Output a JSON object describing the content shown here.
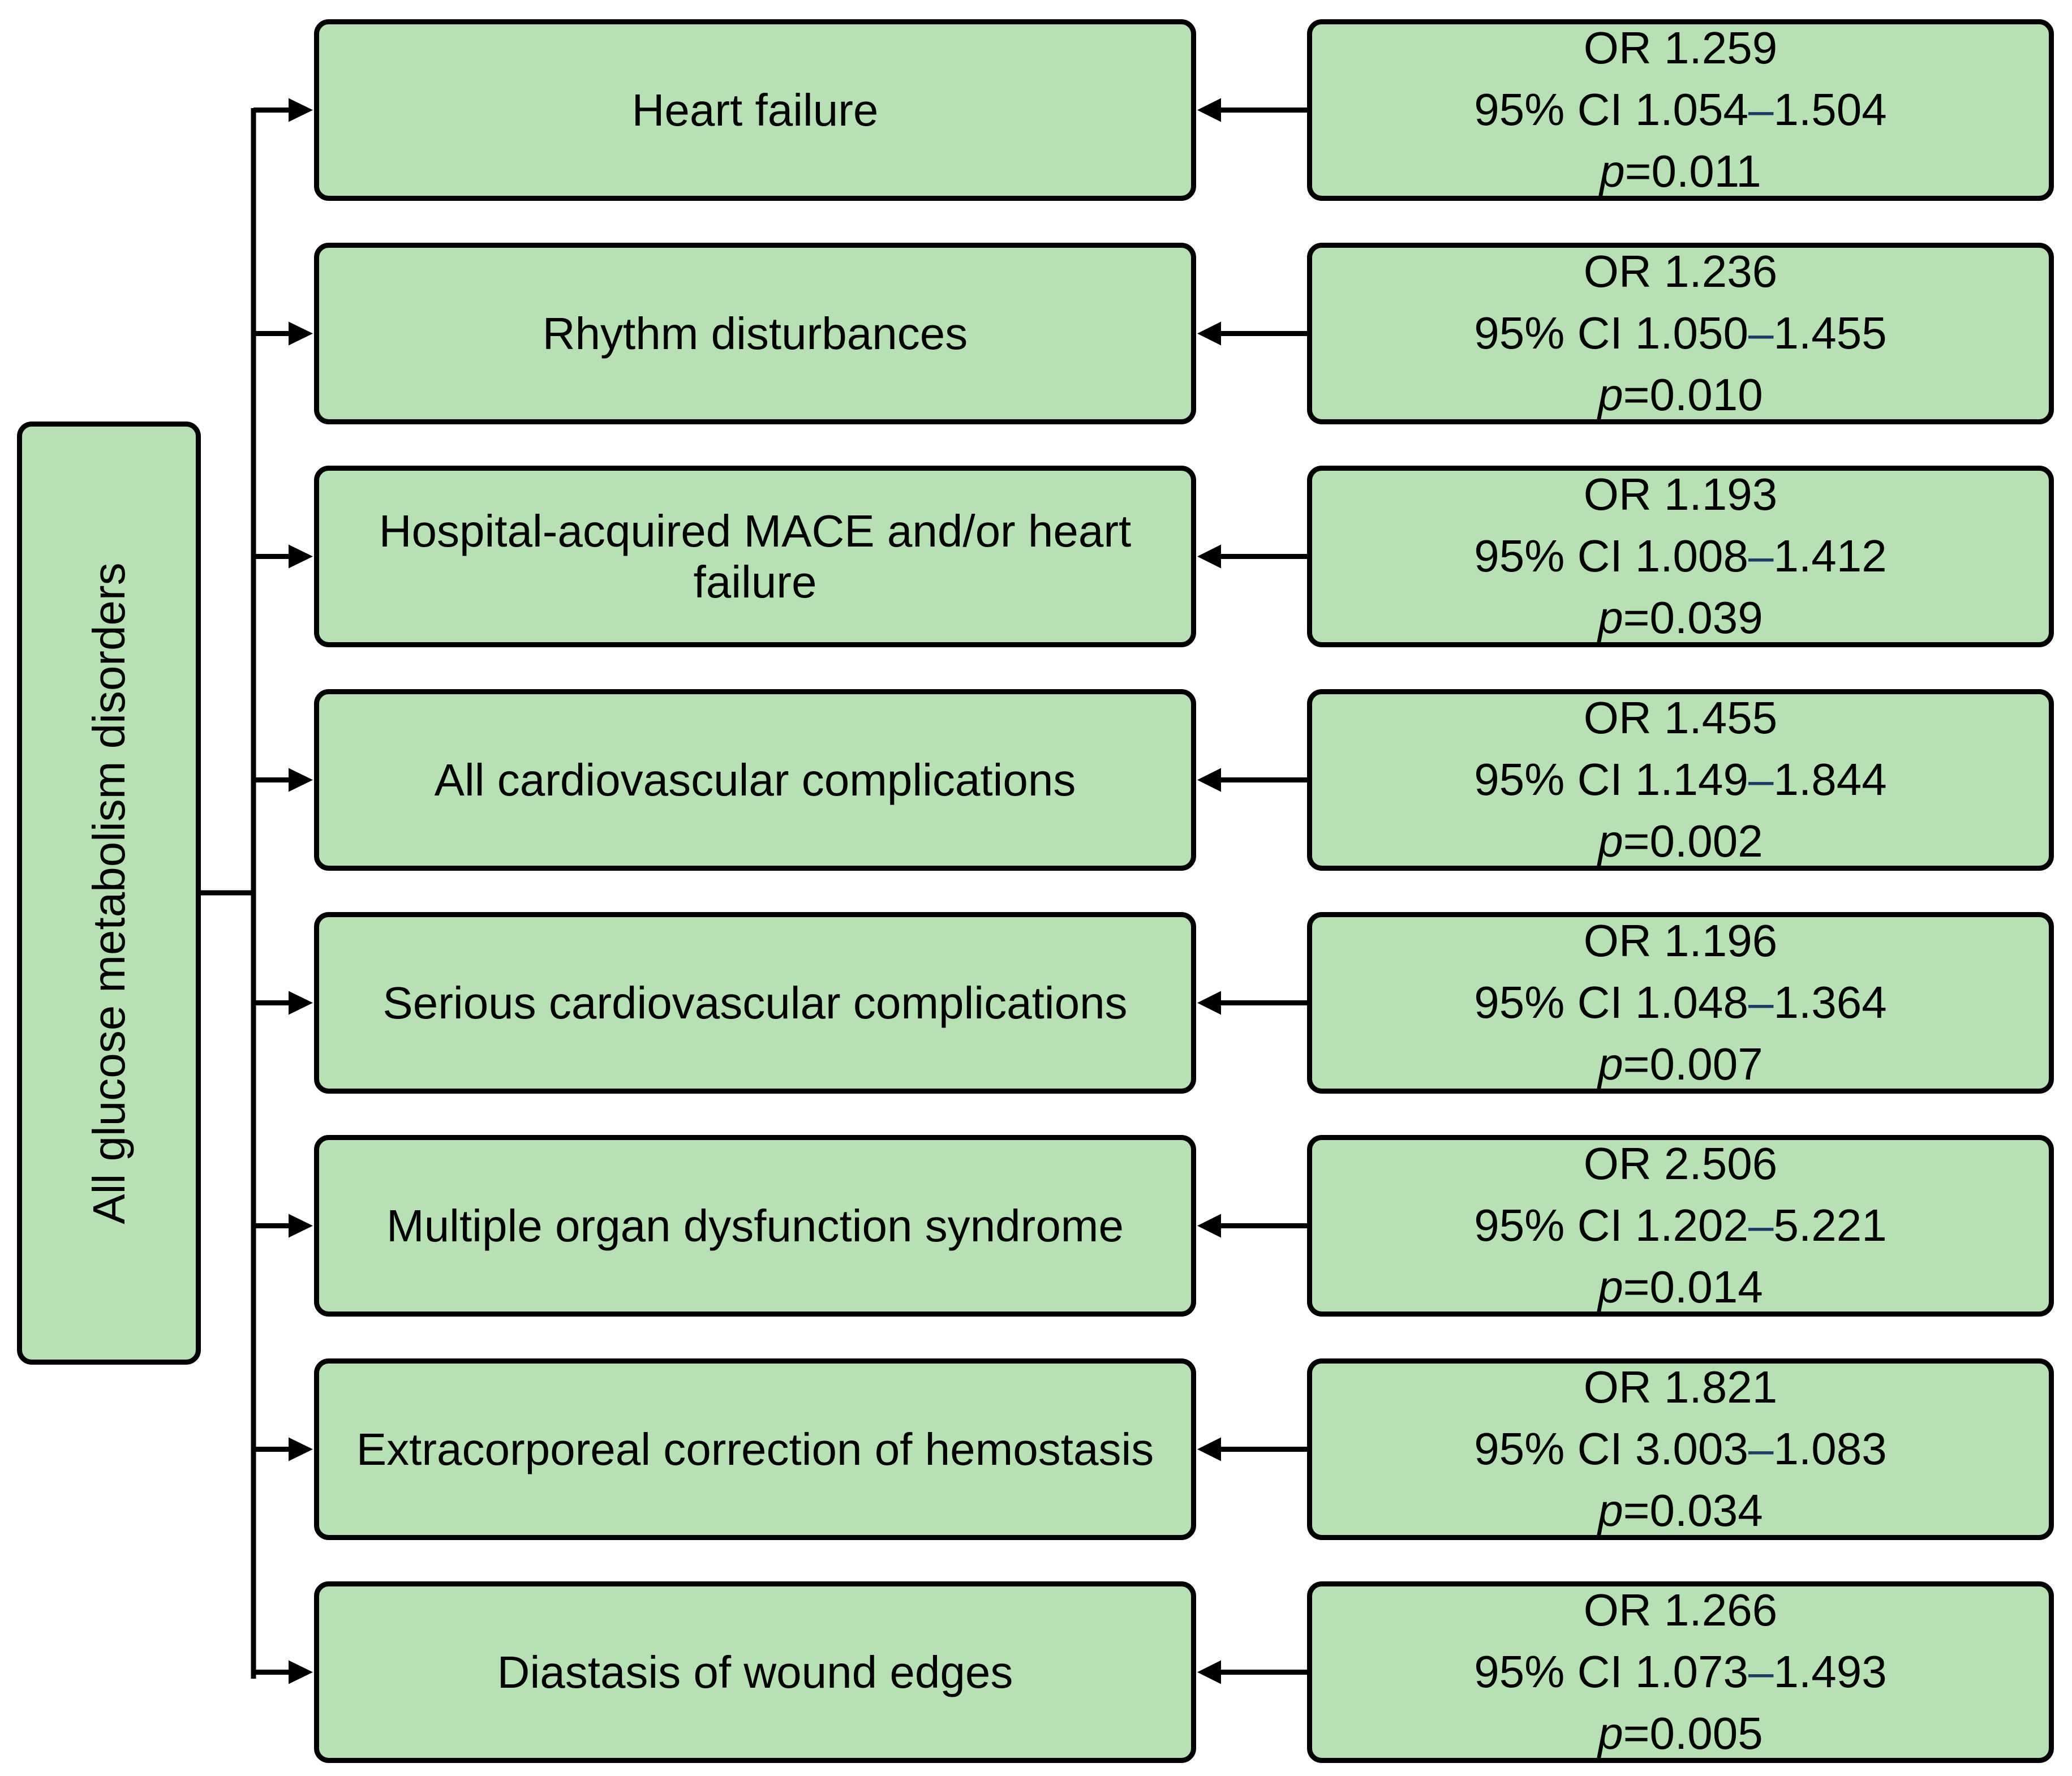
{
  "source": "All glucose metabolism disorders",
  "ci_label": "95% CI",
  "ci_separator": "–",
  "p_symbol": "p",
  "outcomes": [
    {
      "label": "Heart failure",
      "or": "OR 1.259",
      "ci_low": "1.054",
      "ci_high": "1.504",
      "p_value": "=0.011"
    },
    {
      "label": "Rhythm disturbances",
      "or": "OR 1.236",
      "ci_low": "1.050",
      "ci_high": "1.455",
      "p_value": "=0.010"
    },
    {
      "label": "Hospital-acquired MACE and/or heart failure",
      "or": "OR 1.193",
      "ci_low": "1.008",
      "ci_high": "1.412",
      "p_value": "=0.039"
    },
    {
      "label": "All cardiovascular complications",
      "or": "OR 1.455",
      "ci_low": "1.149",
      "ci_high": "1.844",
      "p_value": "=0.002"
    },
    {
      "label": "Serious cardiovascular complications",
      "or": "OR 1.196",
      "ci_low": "1.048",
      "ci_high": "1.364",
      "p_value": "=0.007"
    },
    {
      "label": "Multiple organ dysfunction syndrome",
      "or": "OR 2.506",
      "ci_low": "1.202",
      "ci_high": "5.221",
      "p_value": "=0.014"
    },
    {
      "label": "Extracorporeal correction of hemostasis",
      "or": "OR 1.821",
      "ci_low": "3.003",
      "ci_high": "1.083",
      "p_value": "=0.034"
    },
    {
      "label": "Diastasis of wound edges",
      "or": "OR 1.266",
      "ci_low": "1.073",
      "ci_high": "1.493",
      "p_value": "=0.005"
    }
  ]
}
